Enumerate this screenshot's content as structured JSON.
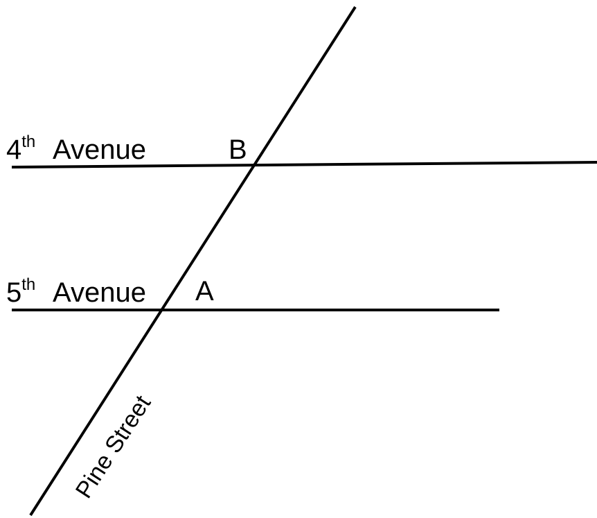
{
  "streets": {
    "fourth_avenue": {
      "number": "4",
      "suffix": "th",
      "name": "Avenue"
    },
    "fifth_avenue": {
      "number": "5",
      "suffix": "th",
      "name": "Avenue"
    },
    "pine_street": {
      "name": "Pine Street"
    }
  },
  "points": {
    "b": "B",
    "a": "A"
  },
  "colors": {
    "line": "#000000",
    "background": "#ffffff"
  }
}
